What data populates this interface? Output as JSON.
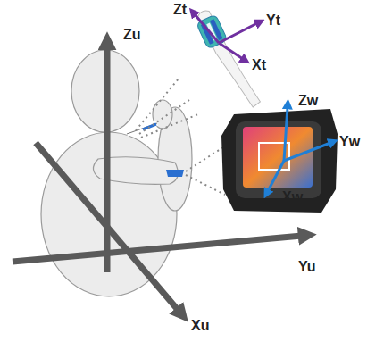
{
  "diagram": {
    "labels": [
      "Zu",
      "Zt",
      "Yt",
      "Xt",
      "Zw",
      "Yw",
      "Xw",
      "Yu",
      "Xu"
    ]
  }
}
